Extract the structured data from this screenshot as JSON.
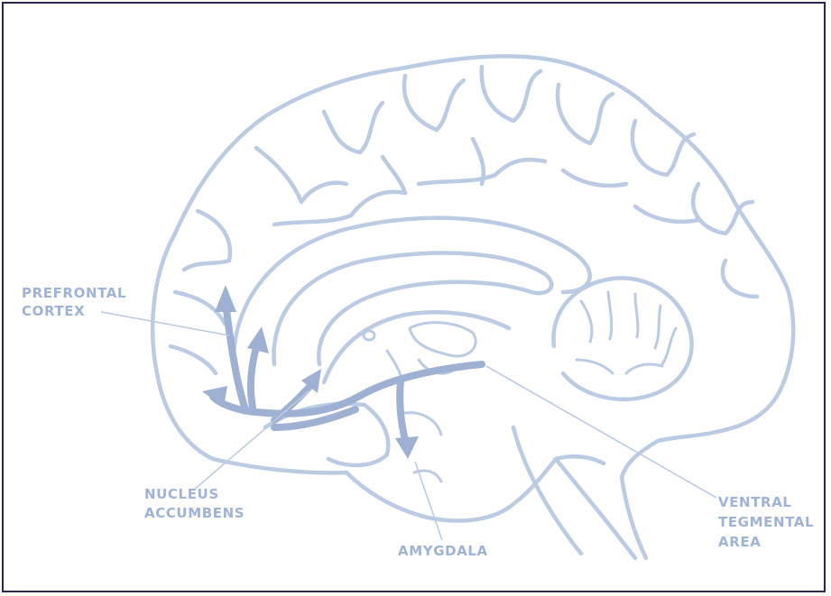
{
  "labels": {
    "prefrontal": [
      "PREFRONTAL",
      "CORTEX"
    ],
    "nucleus": [
      "NUCLEUS",
      "ACCUMBENS"
    ],
    "amygdala": [
      "AMYGDALA"
    ],
    "vta": [
      "VENTRAL",
      "TEGMENTAL",
      "AREA"
    ]
  },
  "colors": {
    "outline": "#bccbe4",
    "pathway": "#9eb1d3",
    "label": "#9fb3d6",
    "border": "#2a2752"
  }
}
